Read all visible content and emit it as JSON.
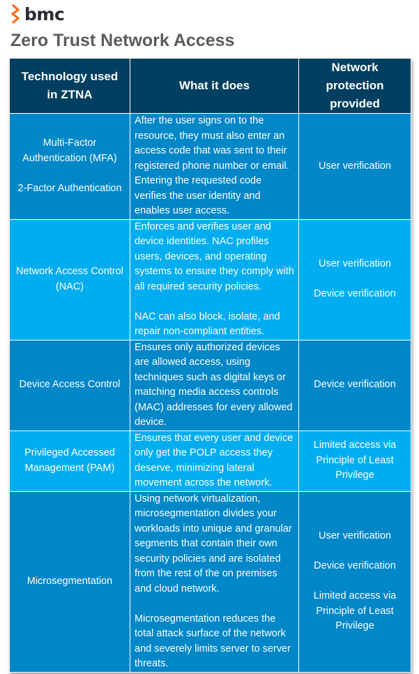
{
  "brand": {
    "name": "bmc",
    "color": "#f26f21"
  },
  "title": "Zero Trust Network Access",
  "colors": {
    "header": "#003f5f",
    "row_dark": "#0087c8",
    "row_light": "#00aeef"
  },
  "table": {
    "headers": [
      "Technology used in ZTNA",
      "What it does",
      "Network protection provided"
    ],
    "rows": [
      {
        "tech": [
          "Multi-Factor Authentication (MFA)",
          "2-Factor Authentication"
        ],
        "does": [
          "After the user signs on to the resource, they must also enter an access code that was sent to their registered phone number or email. Entering the requested code verifies the user identity and enables user access."
        ],
        "protection": [
          "User verification"
        ]
      },
      {
        "tech": [
          "Network Access Control (NAC)"
        ],
        "does": [
          "Enforces and verifies user and device identities. NAC profiles users, devices, and operating systems to ensure they comply with all required security policies.",
          "NAC can also block, isolate, and repair non-compliant entities."
        ],
        "protection": [
          "User verification",
          "Device verification"
        ]
      },
      {
        "tech": [
          "Device Access Control"
        ],
        "does": [
          "Ensures only authorized devices are allowed access, using techniques such as digital keys or matching media access controls (MAC) addresses for every allowed device."
        ],
        "protection": [
          "Device verification"
        ]
      },
      {
        "tech": [
          "Privileged Accessed Management (PAM)"
        ],
        "does": [
          "Ensures that every user and device only get the POLP access they deserve, minimizing lateral movement across the network."
        ],
        "protection": [
          "Limited access via Principle of Least Privilege"
        ]
      },
      {
        "tech": [
          "Microsegmentation"
        ],
        "does": [
          "Using network virtualization, microsegmentation divides your workloads into unique and granular segments that contain their own security policies and are isolated from the rest of the on premises and cloud network.",
          "Microsegmentation reduces the total attack surface of the network and severely limits server to server threats."
        ],
        "protection": [
          "User verification",
          "Device verification",
          "Limited access via Principle of Least Privilege"
        ]
      }
    ]
  }
}
